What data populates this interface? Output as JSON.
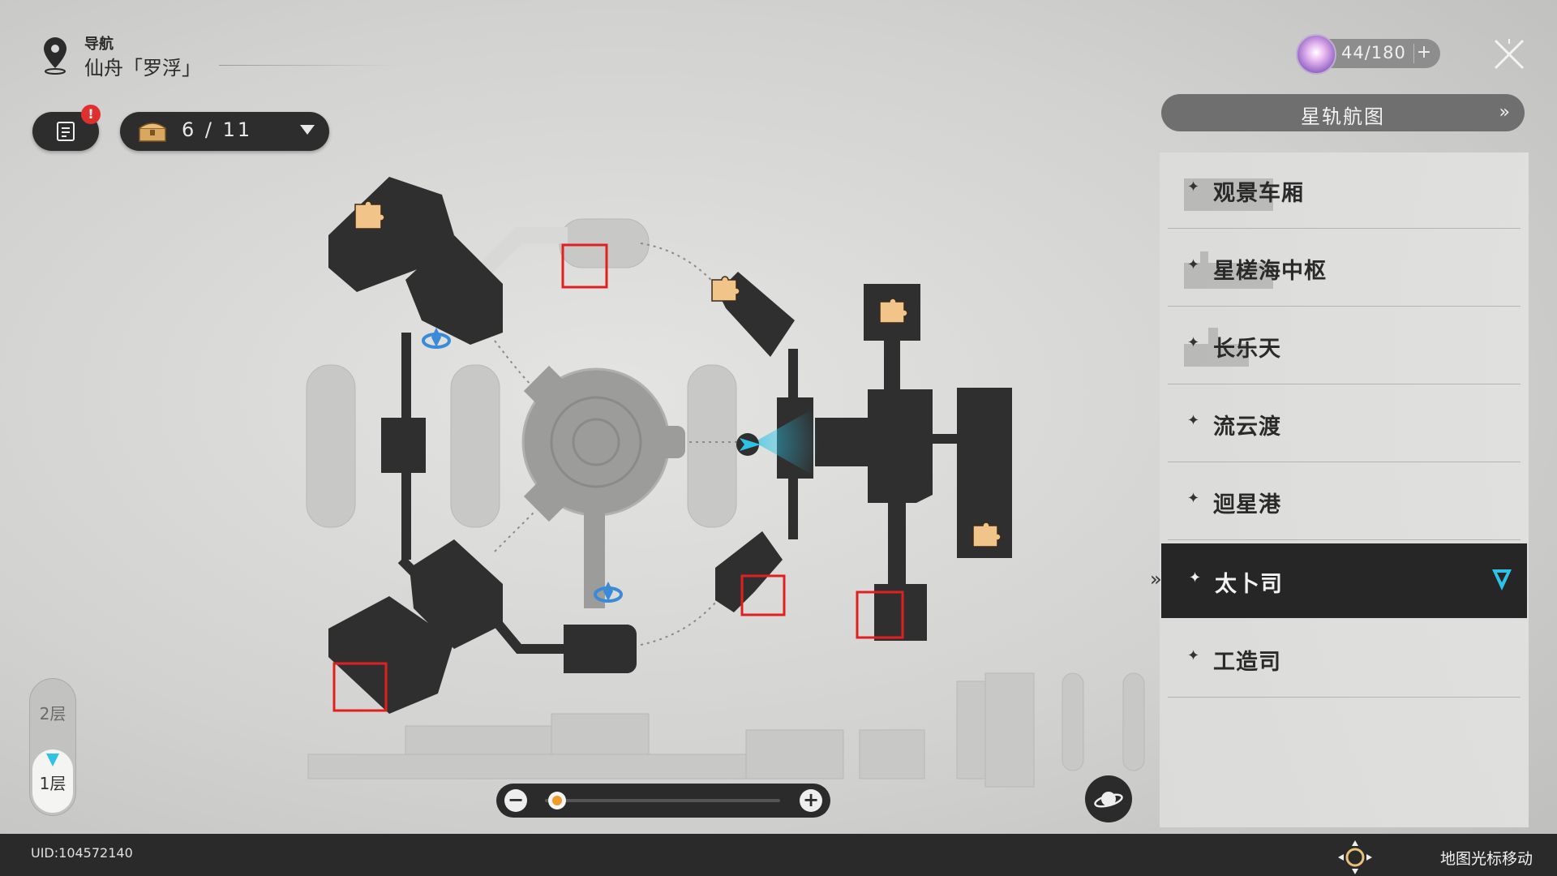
{
  "header": {
    "nav_label": "导航",
    "location": "仙舟「罗浮」"
  },
  "chest": {
    "count": "6 / 11"
  },
  "power": {
    "value": "44/180",
    "plus": "+"
  },
  "alert_badge": "!",
  "star_rail_map": {
    "label": "星轨航图",
    "arrow": "»"
  },
  "locations": [
    {
      "name": "观景车厢",
      "active": false
    },
    {
      "name": "星槎海中枢",
      "active": false
    },
    {
      "name": "长乐天",
      "active": false
    },
    {
      "name": "流云渡",
      "active": false
    },
    {
      "name": "迴星港",
      "active": false
    },
    {
      "name": "太卜司",
      "active": true
    },
    {
      "name": "工造司",
      "active": false
    }
  ],
  "floors": {
    "upper": "2层",
    "lower": "1层",
    "current": "1层"
  },
  "zoom": {
    "minus": "−",
    "plus": "+",
    "level": 0.02
  },
  "footer": {
    "uid": "UID:104572140",
    "hint": "地图光标移动"
  },
  "icons": [
    "map-pin-icon",
    "mission-log-icon",
    "treasure-chest-icon",
    "trailblaze-power-icon",
    "close-icon",
    "chevron-right-icon",
    "player-arrow-icon",
    "space-anchor-icon",
    "puzzle-piece-icon",
    "planet-icon",
    "cursor-move-icon"
  ],
  "colors": {
    "accent_cyan": "#2ec3e6",
    "alert_red": "#e0302e",
    "zoom_orange": "#f09a2a",
    "highlight_box": "#e02020"
  }
}
